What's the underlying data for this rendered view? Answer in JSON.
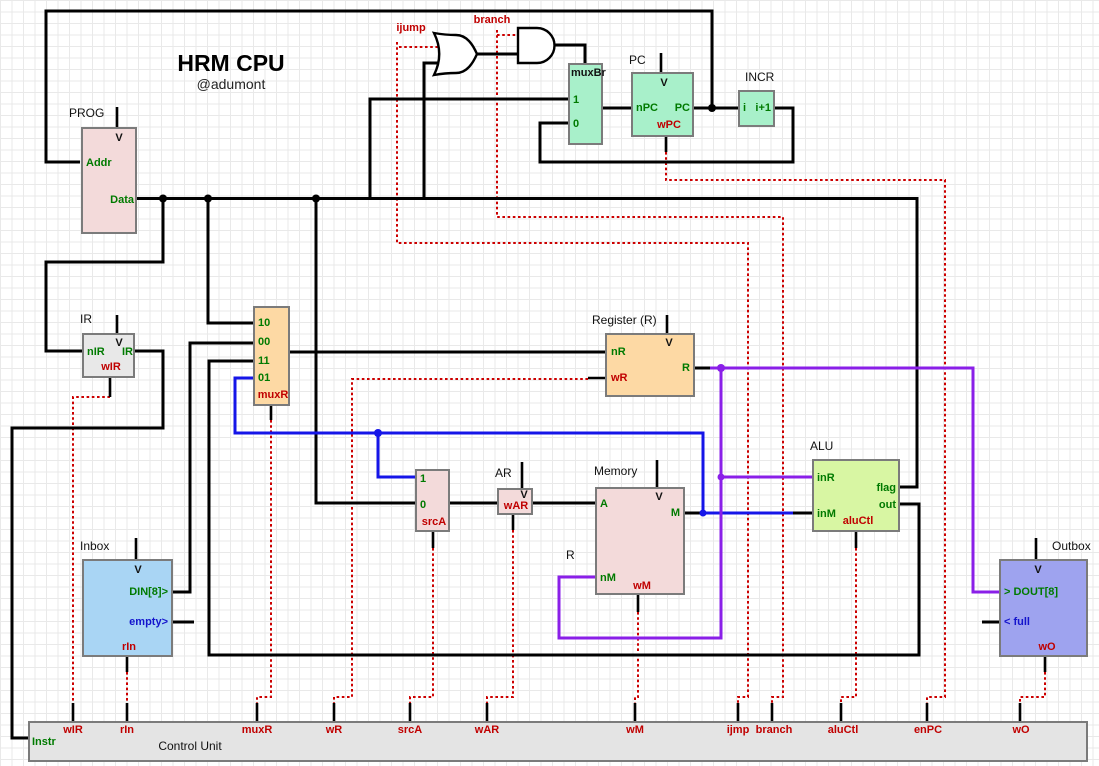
{
  "title": "HRM CPU",
  "author": "@adumont",
  "colors": {
    "wire": "#000000",
    "control_wire": "#cc0000",
    "data_wire_blue": "#1515e8",
    "data_wire_purple": "#8a1fe8",
    "block_mint": "#a8f0ca",
    "block_peach": "#fdd9a4",
    "block_pink": "#f3dada",
    "block_gray": "#e8e8e8",
    "block_alu": "#d8f6a3",
    "block_inbox": "#a9d5f4",
    "block_outbox": "#9ea3ef",
    "control_unit_bg": "#e4e4e4"
  },
  "signals": {
    "ijump": "ijump",
    "branch": "branch"
  },
  "blocks": {
    "prog": {
      "caption": "PROG",
      "clock": "V",
      "addr": "Addr",
      "data": "Data"
    },
    "ir": {
      "caption": "IR",
      "clock": "V",
      "nir": "nIR",
      "irout": "IR",
      "wir": "wIR"
    },
    "muxr": {
      "caption": "muxR",
      "i10": "10",
      "i00": "00",
      "i11": "11",
      "i01": "01"
    },
    "register": {
      "caption": "Register (R)",
      "clock": "V",
      "nr": "nR",
      "wr": "wR",
      "r": "R"
    },
    "muxbr": {
      "caption": "muxBr",
      "i1": "1",
      "i0": "0"
    },
    "pc": {
      "caption": "PC",
      "clock": "V",
      "npc": "nPC",
      "pcout": "PC",
      "wpc": "wPC"
    },
    "incr": {
      "caption": "INCR",
      "i": "i",
      "iplus1": "i+1"
    },
    "srca": {
      "caption": "srcA",
      "i1": "1",
      "i0": "0"
    },
    "ar": {
      "caption": "AR",
      "clock": "V",
      "war": "wAR"
    },
    "memory": {
      "caption": "Memory",
      "clock": "V",
      "a": "A",
      "m": "M",
      "nm": "nM",
      "wm": "wM",
      "r_tag": "R"
    },
    "alu": {
      "caption": "ALU",
      "inr": "inR",
      "inm": "inM",
      "flag": "flag",
      "out": "out",
      "aluctl": "aluCtl"
    },
    "inbox": {
      "caption": "Inbox",
      "clock": "V",
      "din": "DIN[8]>",
      "empty": "empty>",
      "rin": "rIn"
    },
    "outbox": {
      "caption": "Outbox",
      "clock": "V",
      "dout": "> DOUT[8]",
      "full": "< full",
      "wo": "wO"
    }
  },
  "control": {
    "caption": "Control Unit",
    "instr": "Instr",
    "outputs": [
      "wIR",
      "rIn",
      "muxR",
      "wR",
      "srcA",
      "wAR",
      "wM",
      "ijmp",
      "branch",
      "aluCtl",
      "enPC",
      "wO"
    ]
  }
}
